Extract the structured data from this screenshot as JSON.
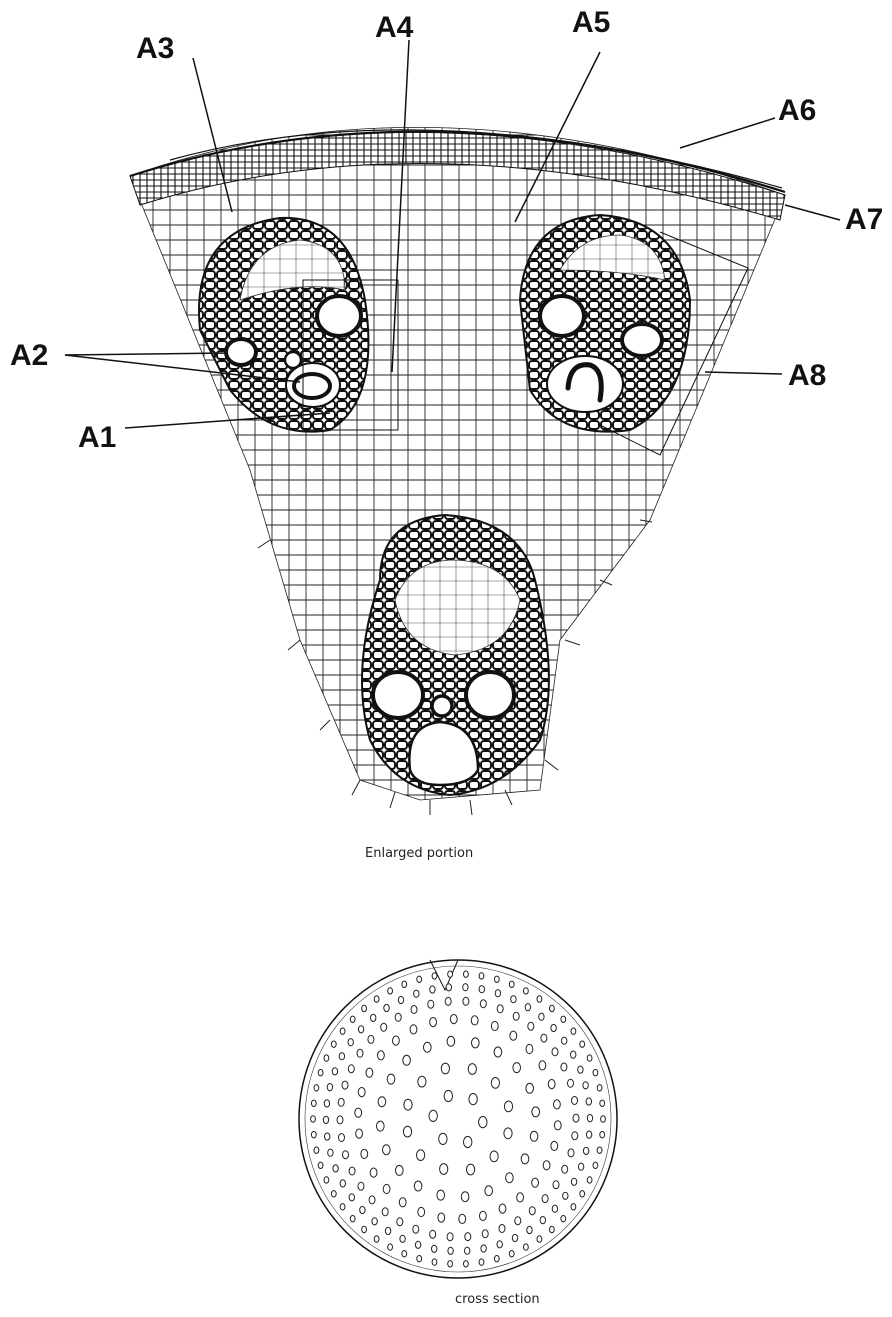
{
  "labels": {
    "a1": "A1",
    "a2": "A2",
    "a3": "A3",
    "a4": "A4",
    "a5": "A5",
    "a6": "A6",
    "a7": "A7",
    "a8": "A8"
  },
  "captions": {
    "enlarged": "Enlarged portion",
    "cross_section": "cross section"
  },
  "colors": {
    "ink": "#111111",
    "paper": "#ffffff"
  }
}
